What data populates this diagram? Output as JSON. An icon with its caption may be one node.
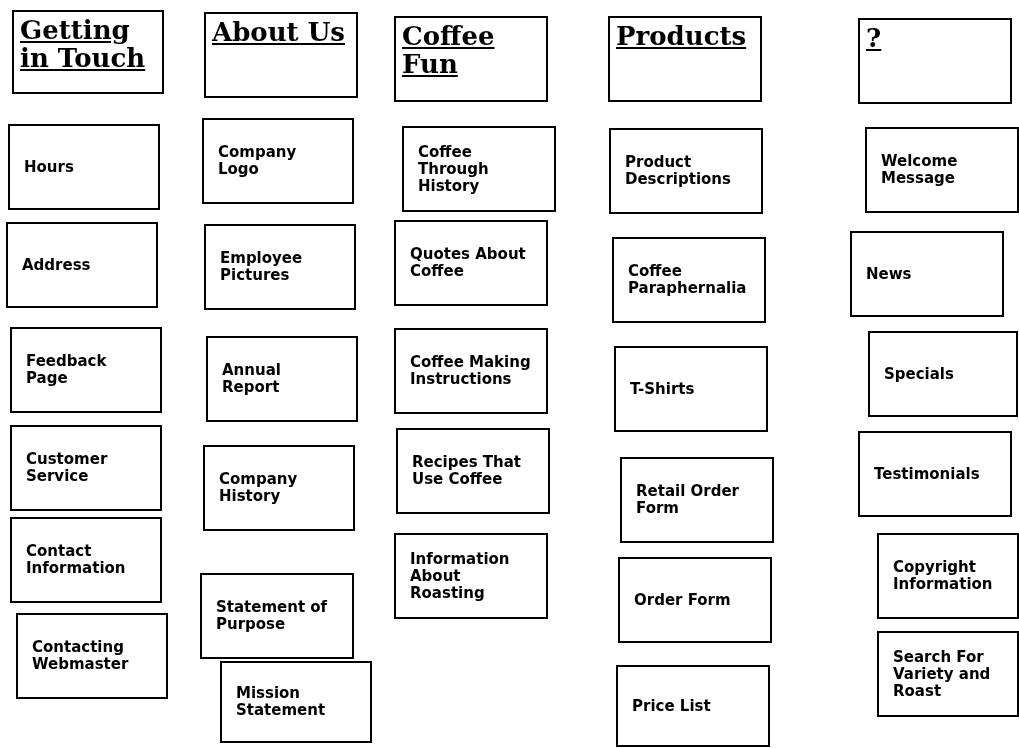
{
  "diagram": {
    "nodes": [
      {
        "text": [
          "Getting in Touch"
        ]
      },
      {
        "text": [
          "Hours"
        ]
      },
      {
        "text": [
          "Address"
        ]
      },
      {
        "text": [
          "Feedback Page"
        ]
      },
      {
        "text": [
          "Customer Service"
        ]
      },
      {
        "text": [
          "Contact Information"
        ]
      },
      {
        "text": [
          "Contacting Webmaster"
        ]
      },
      {
        "text": [
          "About Us"
        ]
      },
      {
        "text": [
          "Company Logo"
        ]
      },
      {
        "text": [
          "Employee Pictures"
        ]
      },
      {
        "text": [
          "Annual Report"
        ]
      },
      {
        "text": [
          "Company History"
        ]
      },
      {
        "text": [
          "Statement of Purpose"
        ]
      },
      {
        "text": [
          "Mission Statement"
        ]
      },
      {
        "text": [
          "Coffee Fun"
        ]
      },
      {
        "text": [
          "Coffee Through History"
        ]
      },
      {
        "text": [
          "Quotes About Coffee"
        ]
      },
      {
        "text": [
          "Coffee Making Instructions"
        ]
      },
      {
        "text": [
          "Recipes That Use Coffee"
        ]
      },
      {
        "text": [
          "Information About Roasting"
        ]
      },
      {
        "text": [
          "Products"
        ]
      },
      {
        "text": [
          "Product Descriptions"
        ]
      },
      {
        "text": [
          "Coffee Paraphernalia"
        ]
      },
      {
        "text": [
          "T-Shirts"
        ]
      },
      {
        "text": [
          "Retail Order Form"
        ]
      },
      {
        "text": [
          "Order Form"
        ]
      },
      {
        "text": [
          "Price List"
        ]
      },
      {
        "text": [
          "?"
        ]
      },
      {
        "text": [
          "Welcome Message"
        ]
      },
      {
        "text": [
          "News"
        ]
      },
      {
        "text": [
          "Specials"
        ]
      },
      {
        "text": [
          "Testimonials"
        ]
      },
      {
        "text": [
          "Copyright Information"
        ]
      },
      {
        "text": [
          "Search For Variety and Roast"
        ]
      }
    ]
  }
}
